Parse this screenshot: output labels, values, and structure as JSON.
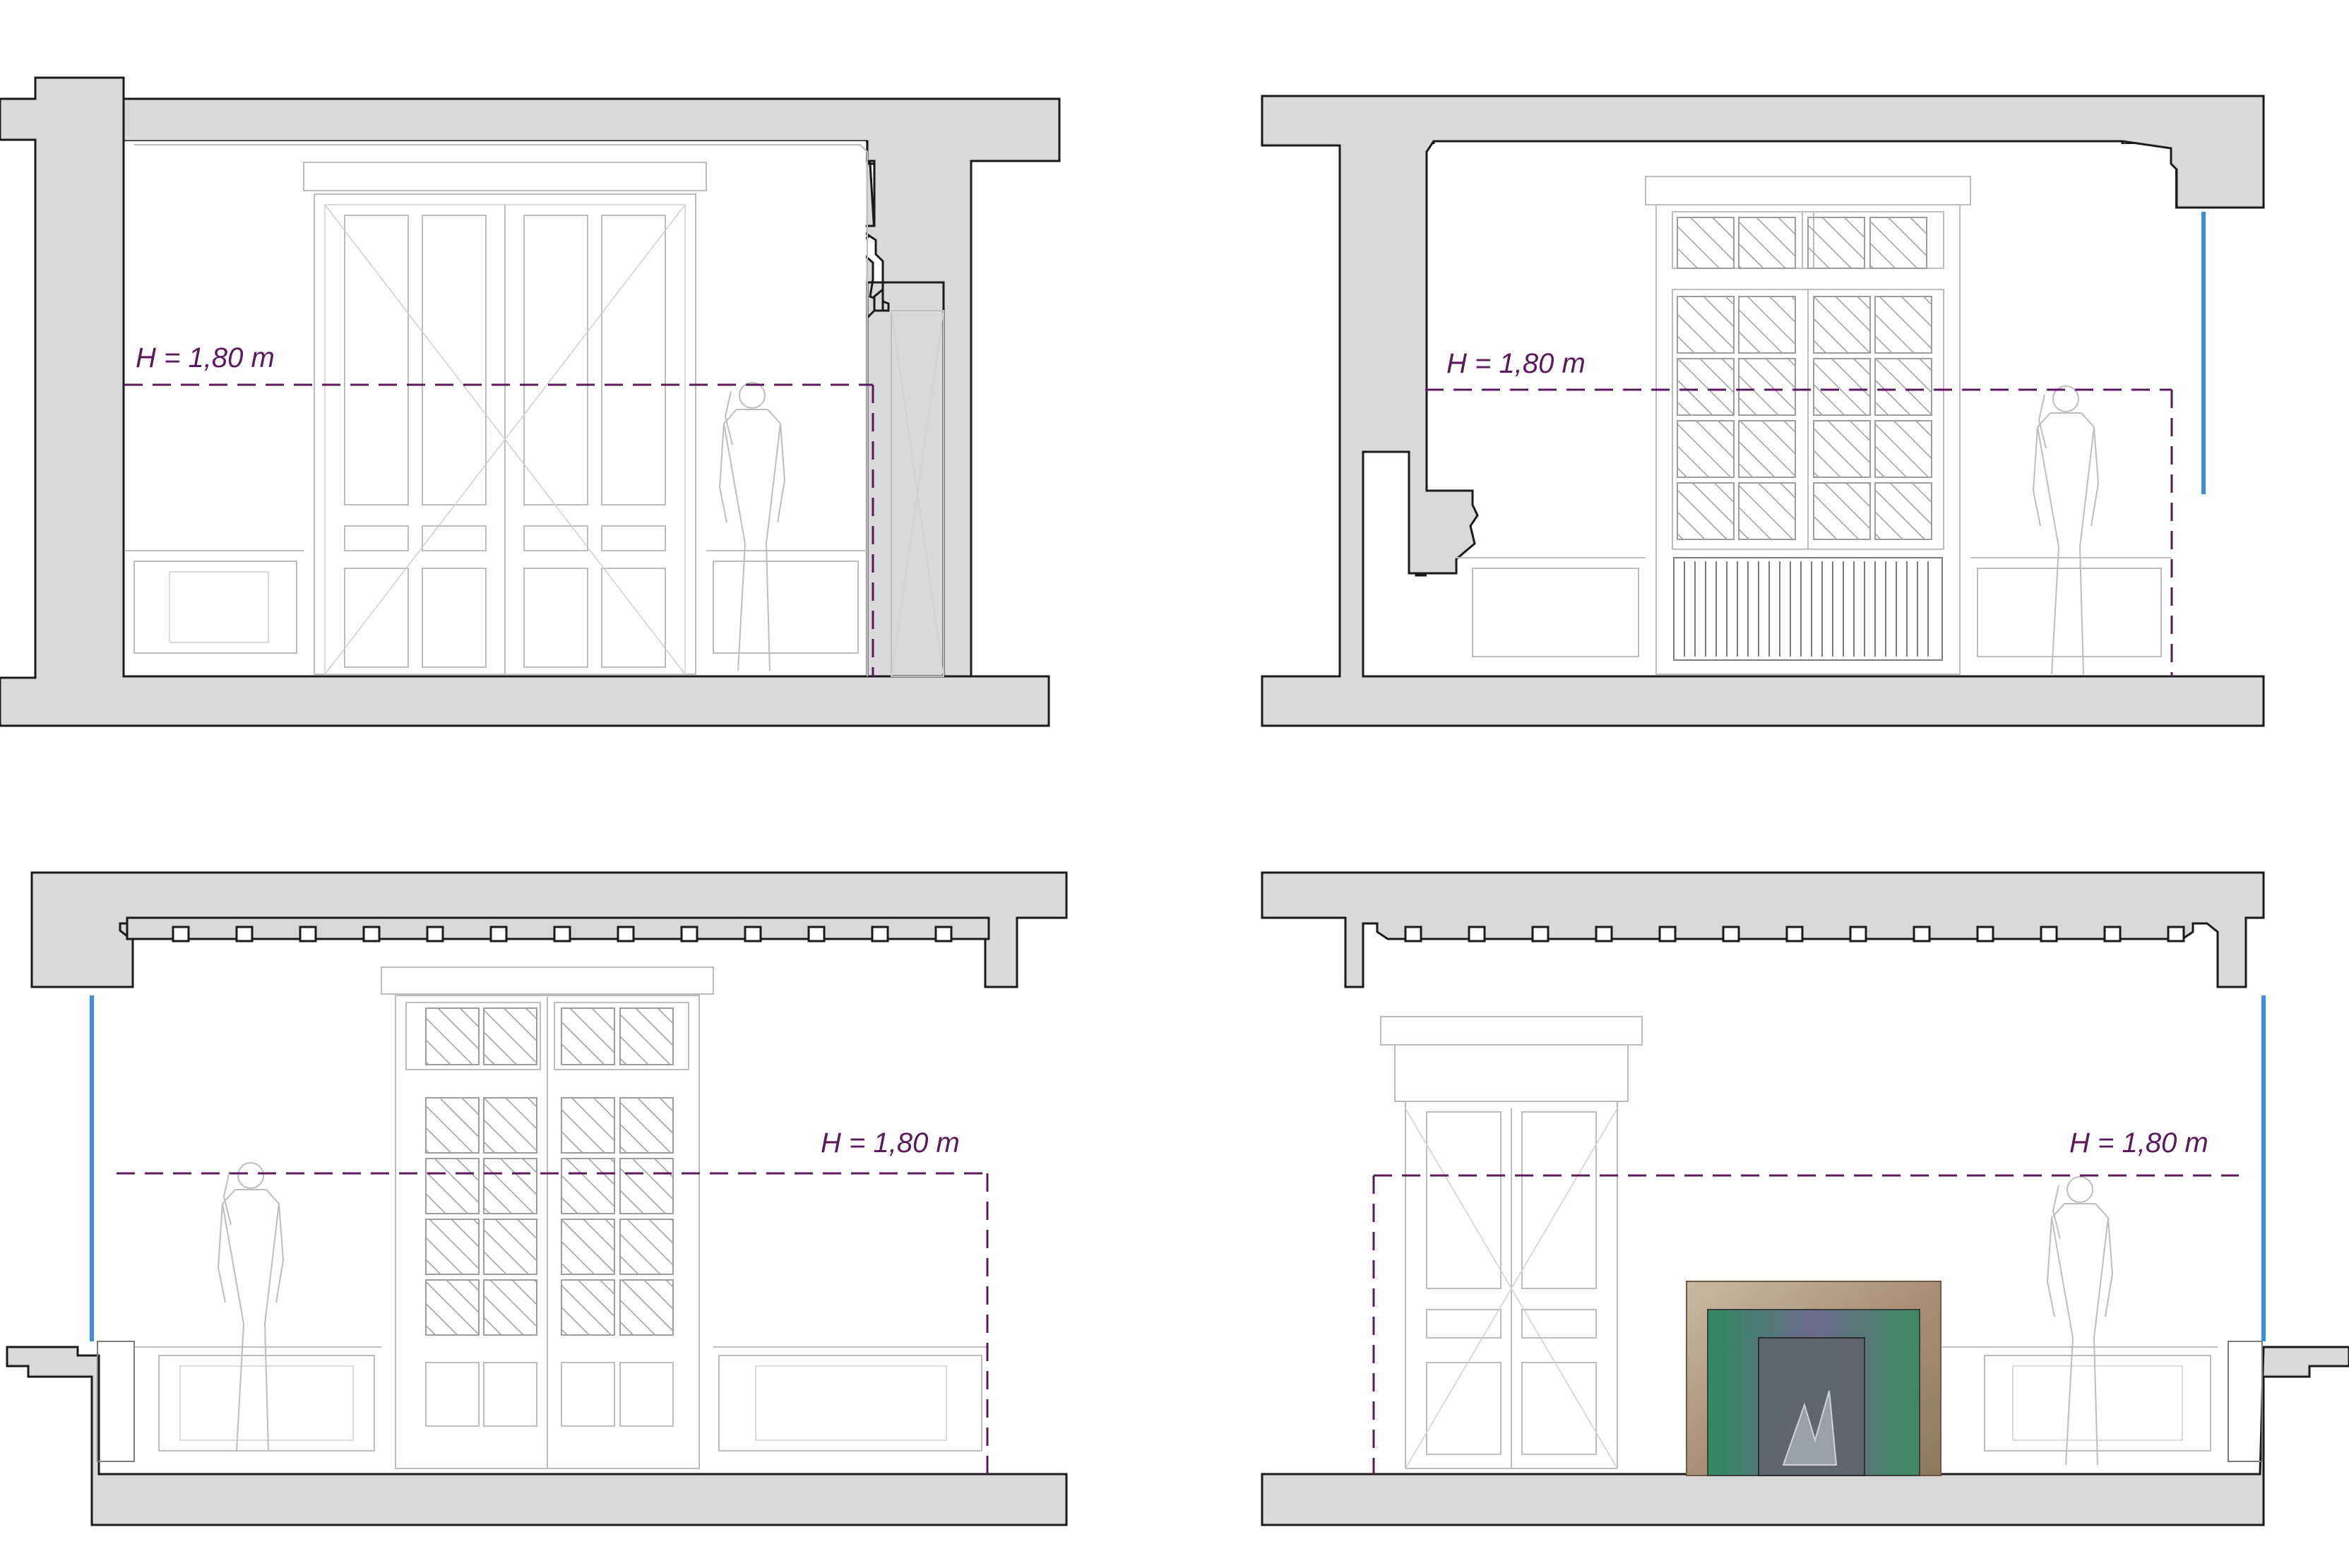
{
  "elevations": [
    {
      "id": "elevation-top-left",
      "height_label": "H = 1,80 m"
    },
    {
      "id": "elevation-top-right",
      "height_label": "H = 1,80 m"
    },
    {
      "id": "elevation-bottom-left",
      "height_label": "H = 1,80 m"
    },
    {
      "id": "elevation-bottom-right",
      "height_label": "H = 1,80 m"
    }
  ],
  "colors": {
    "wall_fill": "#d9d9d9",
    "outline": "#1a1a1a",
    "dimension_line": "#5c1a5e",
    "glazing_edge": "#3b8fe0",
    "detail_lines": "#bdbdbd"
  }
}
